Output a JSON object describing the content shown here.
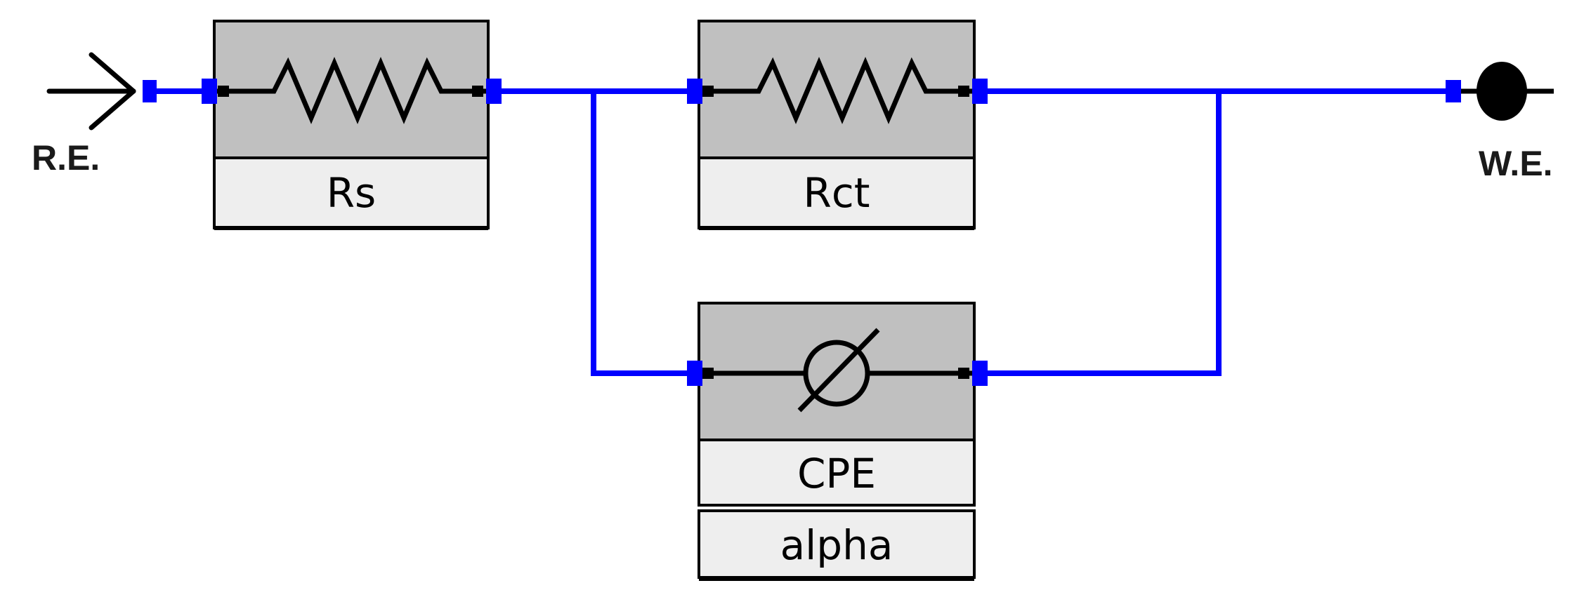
{
  "terminals": {
    "reference": {
      "label": "R.E.",
      "icon": "arrow-icon"
    },
    "working": {
      "label": "W.E.",
      "icon": "dot-icon"
    }
  },
  "elements": [
    {
      "id": "rs",
      "symbol": "resistor-icon",
      "params": [
        "Rs"
      ]
    },
    {
      "id": "rct",
      "symbol": "resistor-icon",
      "params": [
        "Rct"
      ]
    },
    {
      "id": "cpe",
      "symbol": "cpe-icon",
      "params": [
        "CPE",
        "alpha"
      ]
    }
  ],
  "colors": {
    "wire": "#0000ff",
    "terminal_label": "#1a1a1a",
    "box_fill": "#c0c0c0",
    "param_fill": "#eeeeee",
    "component_line": "#000000"
  }
}
